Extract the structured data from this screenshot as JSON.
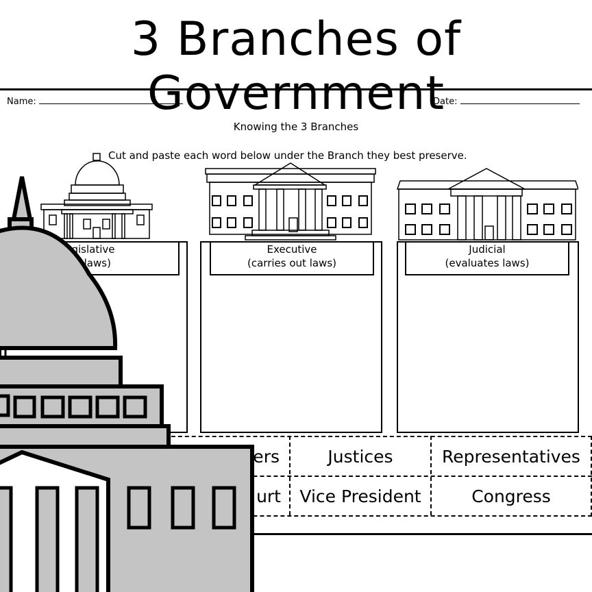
{
  "page": {
    "title": "3 Branches of Government",
    "name_label": "Name:",
    "date_label": "Date:",
    "subtitle": "Knowing the 3 Branches",
    "instruction": "Cut and paste each word below under the Branch they best preserve."
  },
  "branches": [
    {
      "name": "Legislative",
      "desc": "(makes laws)",
      "visible_name": "gislative",
      "visible_desc": "s laws)"
    },
    {
      "name": "Executive",
      "desc": "(carries out laws)"
    },
    {
      "name": "Judicial",
      "desc": "(evaluates laws)"
    }
  ],
  "cut_words": {
    "row1": [
      "pers",
      "Justices",
      "Representatives"
    ],
    "row2": [
      "urt",
      "Vice President",
      "Congress"
    ]
  },
  "colors": {
    "capitol_fill": "#c4c4c4",
    "ink": "#000000"
  }
}
